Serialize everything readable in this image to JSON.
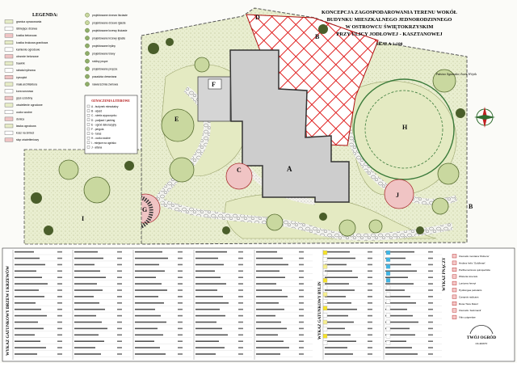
{
  "title": {
    "lines": [
      "KONCEPCJA ZAGOSPODAROWANIA TERENU WOKÓŁ",
      "BUDYNKU MIESZKALNEGO JEDNORODZINNEGO",
      "W OSTROWCU ŚWIĘTOKRZYSKIM",
      "PRZY ULICY JODŁOWEJ - KASZTANOWEJ"
    ],
    "scale": "SKALA 1:100"
  },
  "owner_text": "Państwo Agnieszka i Jacek Wójcik",
  "legend": {
    "title": "LEGENDA:",
    "items": [
      "granica opracowania",
      "istniejące drzewa",
      "kostka betonowa",
      "kostka brukowa granitowa",
      "kamienie ogrodowe",
      "obrzeże betonowe",
      "trawnik",
      "rabata bylinowa",
      "żywopłot",
      "mała architektura",
      "kora sosnowa",
      "grys ozdobny",
      "oświetlenie ogrodowe",
      "oczko wodne",
      "donica",
      "ławka ogrodowa",
      "kosz na śmieci",
      "słup oświetleniowy"
    ],
    "right_items": [
      "projektowane drzewo liściaste",
      "projektowane drzewo iglaste",
      "projektowane krzewy liściaste",
      "projektowane krzewy iglaste",
      "projektowane byliny",
      "projektowane trawy",
      "rośliny pnące",
      "projektowane pnącza",
      "posadzka drewniana",
      "nawierzchnia żwirowa"
    ]
  },
  "zones": {
    "title": "OZNACZENIA LITEROWE",
    "items": [
      "A - budynek mieszkalny",
      "B - wjazd",
      "C - strefa wypoczynku",
      "D - podjazd i parking",
      "E - ogród dekoracyjny",
      "F - pergola",
      "G - taras",
      "H - oczko wodne",
      "I - miejsce na ognisko",
      "J - altana"
    ]
  },
  "map_labels": [
    "A",
    "B",
    "B",
    "C",
    "D",
    "E",
    "F",
    "G",
    "H",
    "I",
    "J"
  ],
  "plant_list_title": "WYKAZ GATUNKOWY DRZEW I KRZEWÓW",
  "perennials_title": "WYKAZ GATUNKOWY BYLIN",
  "climbers_title": "WYKAZ PNĄCZY",
  "climbers": [
    "Clematis montana 'Rubens'",
    "Hedera helix 'Goldheart'",
    "Parthenocissus quinquefolia",
    "Wisteria sinensis",
    "Lonicera henryi",
    "Hydrangea petiolaris",
    "Campsis radicans",
    "Rosa 'New Dawn'",
    "Clematis 'Jackmanii'",
    "Vitis coignetiae"
  ],
  "company": {
    "name": "TWÓJ OGRÓD",
    "sub": "OGRODY"
  },
  "colors": {
    "paving_red": "#e02020",
    "lawn": "#e6ecc6",
    "house": "#cfcfcf",
    "yellow_mark": "#f6e22a",
    "cyan_mark": "#3fb6e6"
  }
}
